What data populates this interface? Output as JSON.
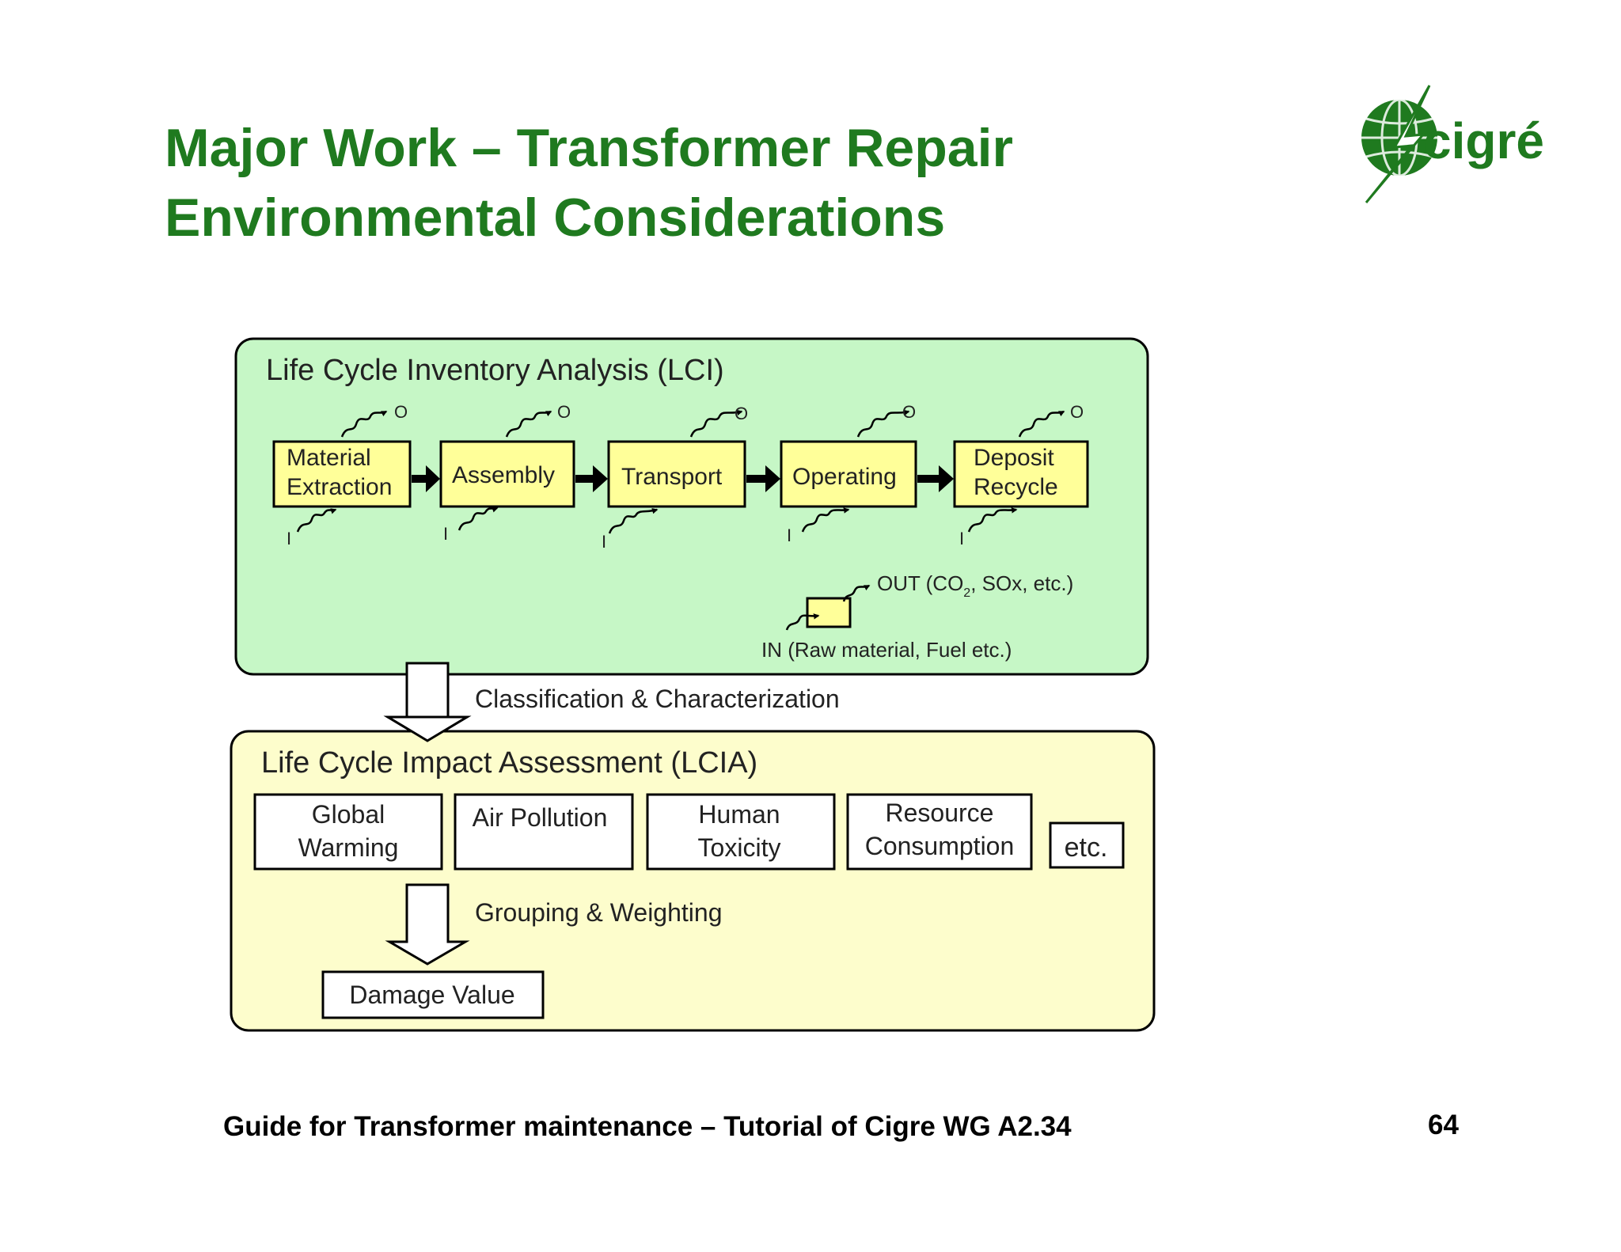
{
  "slide": {
    "title_line1": "Major Work – Transformer Repair",
    "title_line2": "Environmental Considerations",
    "footer": "Guide for Transformer maintenance – Tutorial of Cigre WG A2.34",
    "page_number": "64"
  },
  "logo": {
    "text": "cigré",
    "icon": "globe-lightning-icon",
    "color": "#1f7a1f"
  },
  "lci": {
    "title": "Life Cycle Inventory Analysis (LCI)",
    "stages": [
      [
        "Material",
        "Extraction"
      ],
      [
        "Assembly"
      ],
      [
        "Transport"
      ],
      [
        "Operating"
      ],
      [
        "Deposit",
        "Recycle"
      ]
    ],
    "out_marker": "O",
    "in_marker": "I",
    "legend_out": "OUT (CO",
    "legend_out_sub": "2",
    "legend_out_rest": ", SOx, etc.)",
    "legend_in": "IN (Raw material, Fuel etc.)"
  },
  "step1": "Classification & Characterization",
  "lcia": {
    "title": "Life Cycle Impact Assessment (LCIA)",
    "categories": [
      [
        "Global",
        "Warming"
      ],
      [
        "Air Pollution"
      ],
      [
        "Human",
        "Toxicity"
      ],
      [
        "Resource",
        "Consumption"
      ],
      [
        "etc."
      ]
    ]
  },
  "step2": "Grouping & Weighting",
  "result": "Damage Value",
  "colors": {
    "title_green": "#1f7a1f",
    "lci_fill": "#c6f7c6",
    "lcia_fill": "#fdfdcc",
    "stage_fill": "#ffff99"
  }
}
